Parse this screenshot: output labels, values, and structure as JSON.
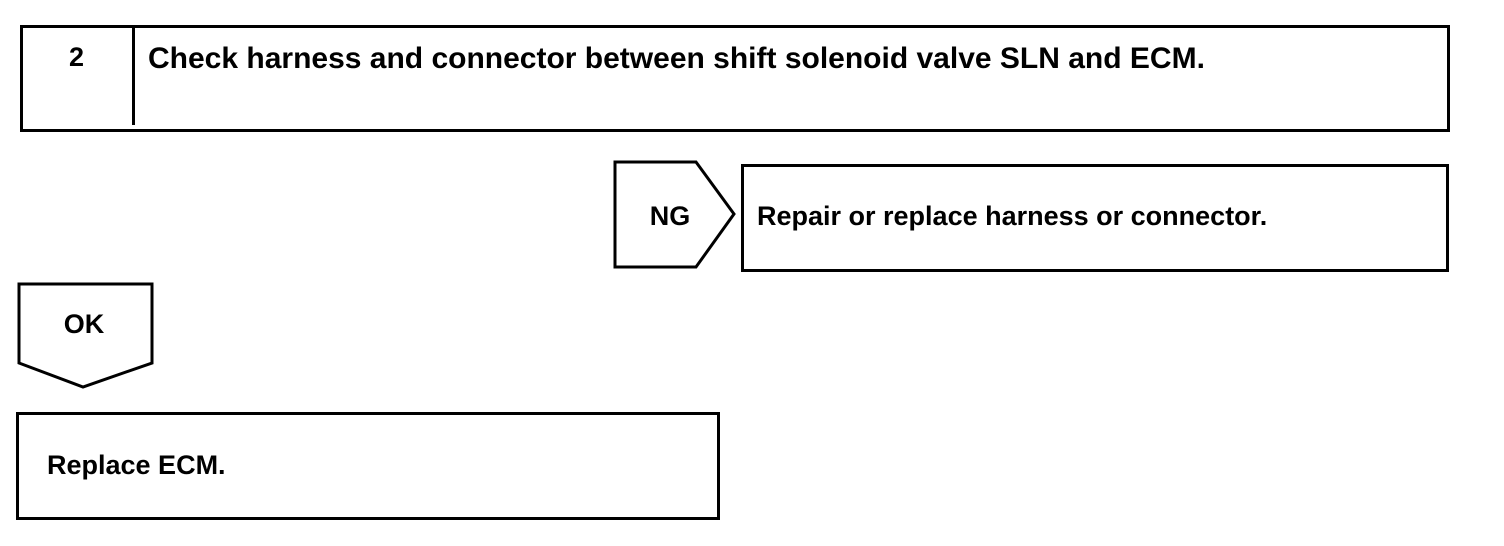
{
  "step": {
    "number": "2",
    "title": "Check harness and connector between shift solenoid valve SLN and ECM."
  },
  "ng_branch": {
    "label": "NG",
    "action": "Repair or replace harness or connector."
  },
  "ok_branch": {
    "label": "OK",
    "action": "Replace ECM."
  }
}
